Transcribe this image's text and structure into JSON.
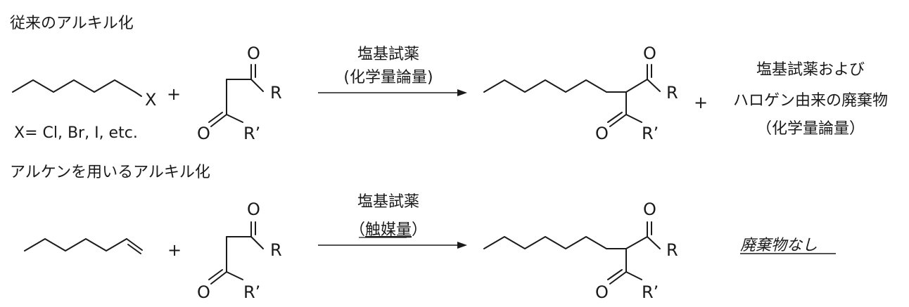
{
  "reaction1": {
    "heading": "従来のアルキル化",
    "halide_x": "X",
    "plus": "+",
    "note": "X= Cl, Br, I, etc.",
    "reagent_line1": "塩基試薬",
    "reagent_line2": "(化学量論量)",
    "side_plus": "+",
    "side_line1": "塩基試薬および",
    "side_line2": "ハロゲン由来の廃棄物",
    "side_line3": "（化学量論量）"
  },
  "reaction2": {
    "heading": "アルケンを用いるアルキル化",
    "plus": "+",
    "reagent_line1": "塩基試薬",
    "reagent_open": "（",
    "reagent_catalytic": "触媒量",
    "reagent_close": "）",
    "outcome": "廃棄物なし"
  },
  "atoms": {
    "oxygen": "O",
    "r": "R",
    "r_prime": "R’"
  }
}
